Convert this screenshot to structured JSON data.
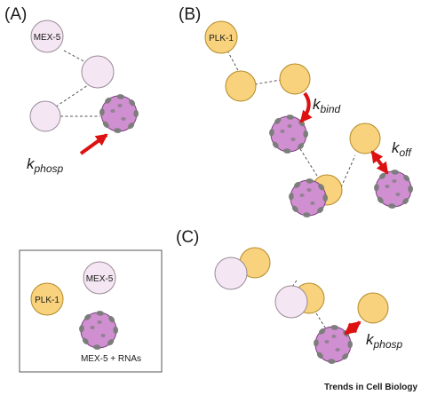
{
  "colors": {
    "mex5_fill": "#f4e6f2",
    "mex5_stroke": "#9a8a98",
    "plk1_fill": "#f8d27c",
    "plk1_stroke": "#b38a2a",
    "complex_fill": "#cf8fd0",
    "complex_stroke": "#7a3f7e",
    "rna_blob": "#7d7d7d",
    "arrow": "#dd1111"
  },
  "panels": {
    "a": {
      "label": "(A)"
    },
    "b": {
      "label": "(B)"
    },
    "c": {
      "label": "(C)"
    }
  },
  "labels": {
    "mex5": "MEX-5",
    "plk1": "PLK-1"
  },
  "rates": {
    "kphosp_a": {
      "k": "k",
      "sub": "phosp"
    },
    "kbind": {
      "k": "k",
      "sub": "bind"
    },
    "koff": {
      "k": "k",
      "sub": "off"
    },
    "kphosp_c": {
      "k": "k",
      "sub": "phosp"
    }
  },
  "legend": {
    "mex5": "MEX-5",
    "plk1": "PLK-1",
    "complex": "MEX-5 + RNAs"
  },
  "credit": "Trends in Cell Biology"
}
